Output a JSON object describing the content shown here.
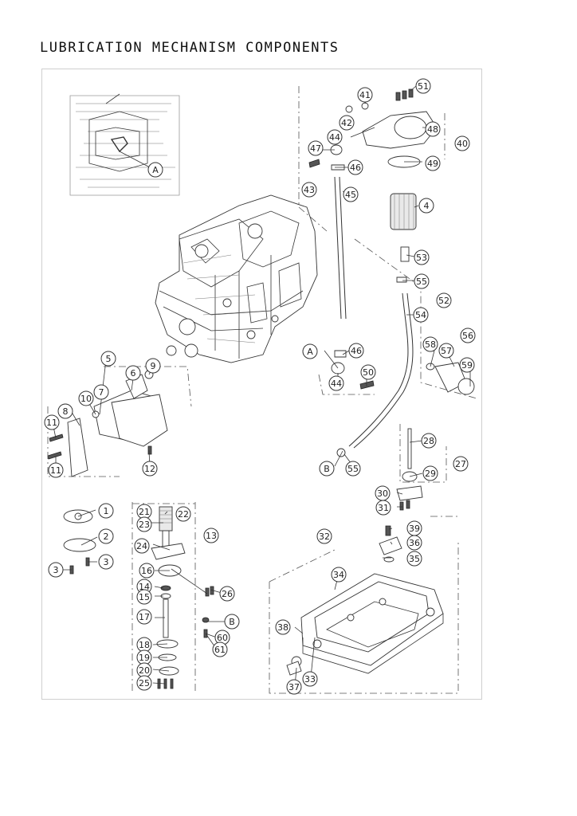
{
  "title": "LUBRICATION MECHANISM COMPONENTS",
  "callouts": [
    "1",
    "2",
    "3",
    "3",
    "4",
    "5",
    "6",
    "7",
    "8",
    "9",
    "10",
    "11",
    "11",
    "12",
    "13",
    "14",
    "15",
    "16",
    "17",
    "18",
    "19",
    "20",
    "21",
    "22",
    "23",
    "24",
    "25",
    "26",
    "27",
    "28",
    "29",
    "30",
    "31",
    "32",
    "33",
    "34",
    "35",
    "36",
    "37",
    "38",
    "39",
    "40",
    "41",
    "42",
    "43",
    "44",
    "44",
    "45",
    "46",
    "46",
    "47",
    "48",
    "49",
    "50",
    "51",
    "52",
    "53",
    "54",
    "55",
    "55",
    "56",
    "57",
    "58",
    "59",
    "60",
    "61",
    "A",
    "A",
    "B",
    "B"
  ]
}
